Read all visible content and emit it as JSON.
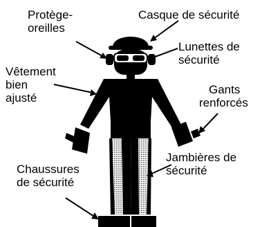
{
  "labels": {
    "ear_protection": [
      "Protège-",
      "oreilles"
    ],
    "helmet": "Casque de sécurité",
    "goggles": [
      "Lunettes de",
      "sécurité"
    ],
    "clothing": [
      "Vêtement",
      "bien",
      "ajusté"
    ],
    "gloves": [
      "Gants",
      "renforcés"
    ],
    "shin_guards": [
      "Jambières de",
      "sécurité"
    ],
    "shoes": [
      "Chaussures",
      "de sécurité"
    ]
  },
  "colors": {
    "ink": "#000000",
    "paper": "#ffffff"
  }
}
